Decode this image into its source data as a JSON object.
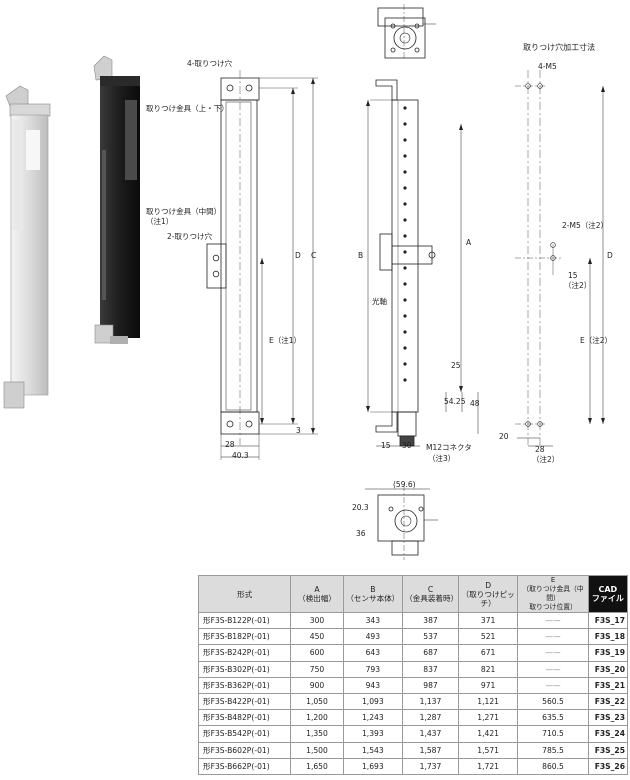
{
  "labels": {
    "mount_hole_4": "4-取りつけ穴",
    "bracket_top_bottom": "取りつけ金具（上・下）",
    "bracket_middle": "取りつけ金具（中間）",
    "note1_a": "（注1）",
    "mount_hole_2": "2-取りつけ穴",
    "dim_D": "D",
    "dim_C": "C",
    "dim_B": "B",
    "dim_A": "A",
    "dim_E_note1": "E（注1）",
    "dim_28_left": "28",
    "dim_403": "40.3",
    "dim_3": "3",
    "dim_25": "25",
    "dim_5425": "54.25",
    "dim_48": "48",
    "dim_15": "15",
    "dim_30": "30",
    "m12_connector": "M12コネクタ",
    "note3": "（注3）",
    "optical_axis": "光軸",
    "hole_title": "取りつけ穴加工寸法",
    "m5_4": "4-M5",
    "m5_2_note2": "2-M5（注2）",
    "dim_15_note2": "15",
    "note2_a": "（注2）",
    "dim_D_right": "D",
    "dim_E_note2": "E（注2）",
    "dim_20": "20",
    "dim_28_right": "28",
    "note2_b": "（注2）",
    "dim_596": "(59.6)",
    "dim_203": "20.3",
    "dim_36": "36"
  },
  "table": {
    "headers": {
      "model": "形式",
      "a_title": "A",
      "a_sub": "（検出幅）",
      "b_title": "B",
      "b_sub": "（センサ本体）",
      "c_title": "C",
      "c_sub": "（金具装着時）",
      "d_title": "D",
      "d_sub": "（取りつけピッチ）",
      "e_title": "E",
      "e_sub1": "（取りつけ金具（中間）",
      "e_sub2": "取りつけ位置）",
      "cad_title": "CAD",
      "cad_sub": "ファイル"
    },
    "rows": [
      {
        "model": "形F3S-B122P(-01)",
        "a": "300",
        "b": "343",
        "c": "387",
        "d": "371",
        "e": "——",
        "cad": "F3S_17"
      },
      {
        "model": "形F3S-B182P(-01)",
        "a": "450",
        "b": "493",
        "c": "537",
        "d": "521",
        "e": "——",
        "cad": "F3S_18"
      },
      {
        "model": "形F3S-B242P(-01)",
        "a": "600",
        "b": "643",
        "c": "687",
        "d": "671",
        "e": "——",
        "cad": "F3S_19"
      },
      {
        "model": "形F3S-B302P(-01)",
        "a": "750",
        "b": "793",
        "c": "837",
        "d": "821",
        "e": "——",
        "cad": "F3S_20"
      },
      {
        "model": "形F3S-B362P(-01)",
        "a": "900",
        "b": "943",
        "c": "987",
        "d": "971",
        "e": "——",
        "cad": "F3S_21"
      },
      {
        "model": "形F3S-B422P(-01)",
        "a": "1,050",
        "b": "1,093",
        "c": "1,137",
        "d": "1,121",
        "e": "560.5",
        "cad": "F3S_22"
      },
      {
        "model": "形F3S-B482P(-01)",
        "a": "1,200",
        "b": "1,243",
        "c": "1,287",
        "d": "1,271",
        "e": "635.5",
        "cad": "F3S_23"
      },
      {
        "model": "形F3S-B542P(-01)",
        "a": "1,350",
        "b": "1,393",
        "c": "1,437",
        "d": "1,421",
        "e": "710.5",
        "cad": "F3S_24"
      },
      {
        "model": "形F3S-B602P(-01)",
        "a": "1,500",
        "b": "1,543",
        "c": "1,587",
        "d": "1,571",
        "e": "785.5",
        "cad": "F3S_25"
      },
      {
        "model": "形F3S-B662P(-01)",
        "a": "1,650",
        "b": "1,693",
        "c": "1,737",
        "d": "1,721",
        "e": "860.5",
        "cad": "F3S_26"
      }
    ]
  }
}
